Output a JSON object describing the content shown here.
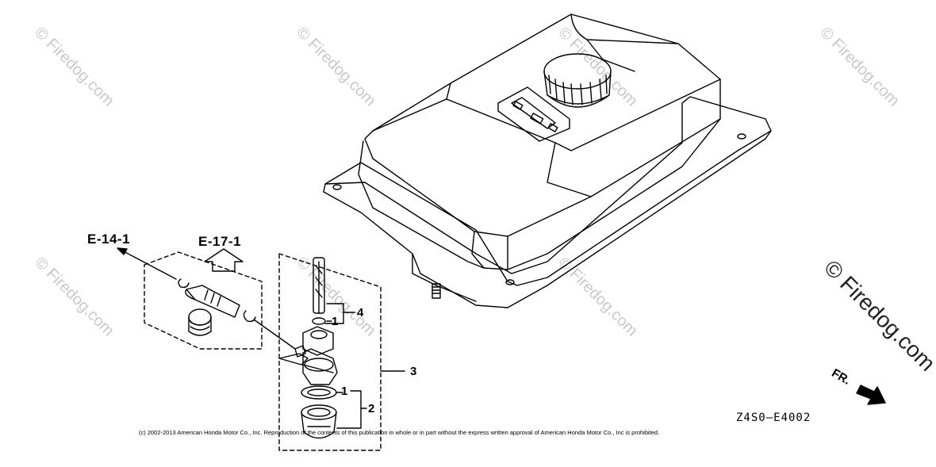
{
  "references": {
    "e14": "E-14-1",
    "e17": "E-17-1"
  },
  "callouts": {
    "c1a": "1",
    "c4": "4",
    "c3": "3",
    "c1b": "1",
    "c2": "2"
  },
  "diagram_code": "Z4S0—E4002",
  "copyright": "(c) 2002-2013 American Honda Motor Co., Inc. Reproduction of the contents of this publication in whole or in part without the express written approval of American Honda Motor Co., Inc is prohibited.",
  "watermark": {
    "small": "© Firedog.com",
    "large": "© Firedog.com"
  },
  "front_marker": "FR.",
  "colors": {
    "line": "#000000",
    "watermark": "#c8c8c8"
  }
}
